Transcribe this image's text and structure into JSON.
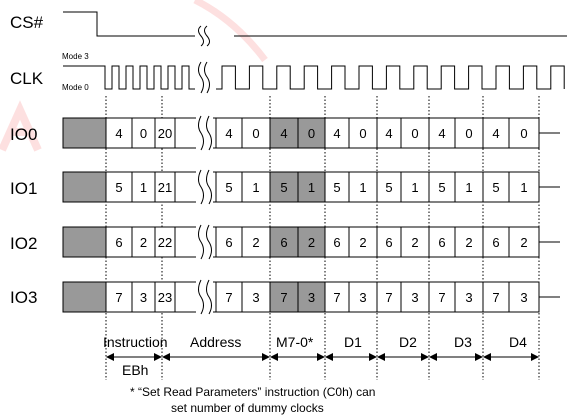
{
  "signals": {
    "cs": "CS#",
    "clk": "CLK",
    "io0": "IO0",
    "io1": "IO1",
    "io2": "IO2",
    "io3": "IO3"
  },
  "clk_modes": {
    "mode3": "Mode 3",
    "mode0": "Mode 0"
  },
  "lanes": [
    {
      "id": "io0",
      "cells": [
        "4",
        "0",
        "20",
        "4",
        "0",
        "4",
        "0",
        "4",
        "0",
        "4",
        "0",
        "4",
        "0",
        "4",
        "0"
      ]
    },
    {
      "id": "io1",
      "cells": [
        "5",
        "1",
        "21",
        "5",
        "1",
        "5",
        "1",
        "5",
        "1",
        "5",
        "1",
        "5",
        "1",
        "5",
        "1"
      ]
    },
    {
      "id": "io2",
      "cells": [
        "6",
        "2",
        "22",
        "6",
        "2",
        "6",
        "2",
        "6",
        "2",
        "6",
        "2",
        "6",
        "2",
        "6",
        "2"
      ]
    },
    {
      "id": "io3",
      "cells": [
        "7",
        "3",
        "23",
        "7",
        "3",
        "7",
        "3",
        "7",
        "3",
        "7",
        "3",
        "7",
        "3",
        "7",
        "3"
      ]
    }
  ],
  "phases": {
    "instruction": "Instruction",
    "instruction_code": "EBh",
    "address": "Address",
    "mode": "M7-0*",
    "d1": "D1",
    "d2": "D2",
    "d3": "D3",
    "d4": "D4"
  },
  "colors": {
    "shade": "#999999",
    "watermark": "#ee0000"
  },
  "footnote": {
    "line1": "* “Set Read Parameters” instruction (C0h) can",
    "line2": "set number of dummy clocks"
  }
}
